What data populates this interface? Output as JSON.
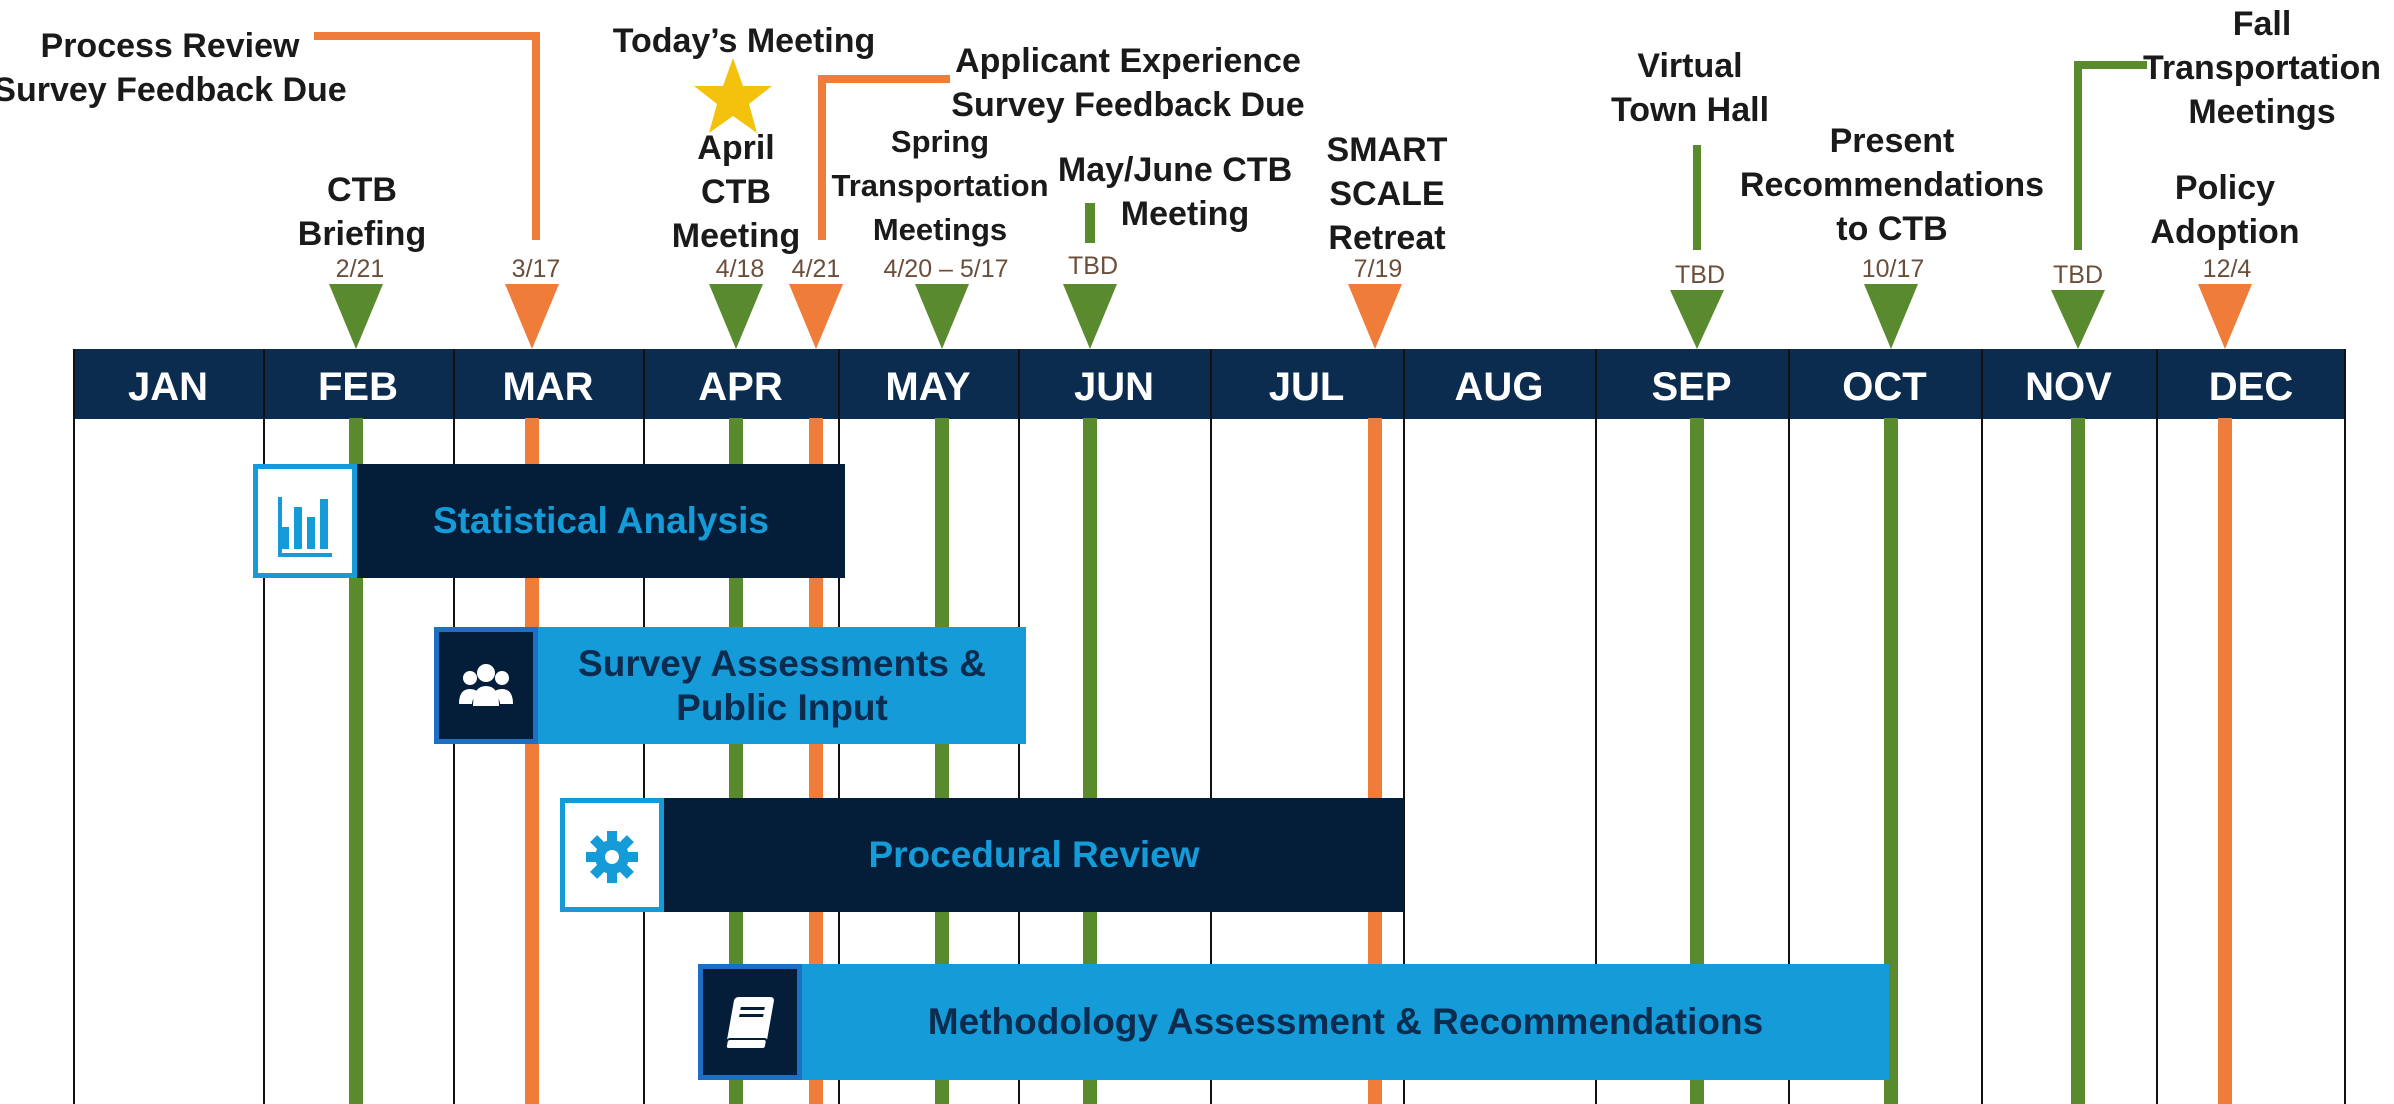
{
  "months": [
    "JAN",
    "FEB",
    "MAR",
    "APR",
    "MAY",
    "JUN",
    "JUL",
    "AUG",
    "SEP",
    "OCT",
    "NOV",
    "DEC"
  ],
  "colors": {
    "header": "#0b2c4f",
    "green": "#5a8a2e",
    "orange": "#f07c3a",
    "light_blue": "#149bd8",
    "dark_navy": "#041e3a",
    "star": "#f4c20d"
  },
  "milestones": {
    "ctb_briefing": {
      "label": [
        "CTB",
        "Briefing"
      ],
      "date": "2/21",
      "color": "green"
    },
    "process_review": {
      "label": [
        "Process Review",
        "Survey Feedback Due"
      ],
      "date": "3/17",
      "color": "orange"
    },
    "todays_meeting": {
      "label": "Today’s Meeting"
    },
    "april_ctb": {
      "label": [
        "April",
        "CTB",
        "Meeting"
      ],
      "date": "4/18",
      "color": "green"
    },
    "applicant_experience": {
      "label": [
        "Applicant Experience",
        "Survey Feedback Due"
      ],
      "date": "4/21",
      "color": "orange"
    },
    "spring_meetings": {
      "label": [
        "Spring",
        "Transportation",
        "Meetings"
      ],
      "date": "4/20 – 5/17",
      "color": "green"
    },
    "may_june_ctb": {
      "label": [
        "May/June CTB",
        "Meeting"
      ],
      "date": "TBD",
      "color": "green"
    },
    "smart_scale": {
      "label": [
        "SMART",
        "SCALE",
        "Retreat"
      ],
      "date": "7/19",
      "color": "orange"
    },
    "virtual_town_hall": {
      "label": [
        "Virtual",
        "Town Hall"
      ],
      "date": "TBD",
      "color": "green"
    },
    "present_recommendations": {
      "label": [
        "Present",
        "Recommendations",
        "to CTB"
      ],
      "date": "10/17",
      "color": "green"
    },
    "fall_meetings": {
      "label": [
        "Fall",
        "Transportation",
        "Meetings"
      ],
      "date": "TBD",
      "color": "green"
    },
    "policy_adoption": {
      "label": [
        "Policy",
        "Adoption"
      ],
      "date": "12/4",
      "color": "orange"
    }
  },
  "phases": [
    {
      "name": "Statistical Analysis",
      "icon": "bar-chart-icon",
      "style": "dark"
    },
    {
      "name": "Survey Assessments & Public Input",
      "line1": "Survey Assessments &",
      "line2": "Public Input",
      "icon": "people-icon",
      "style": "light"
    },
    {
      "name": "Procedural Review",
      "icon": "gear-icon",
      "style": "dark"
    },
    {
      "name": "Methodology Assessment & Recommendations",
      "icon": "book-icon",
      "style": "light"
    }
  ]
}
